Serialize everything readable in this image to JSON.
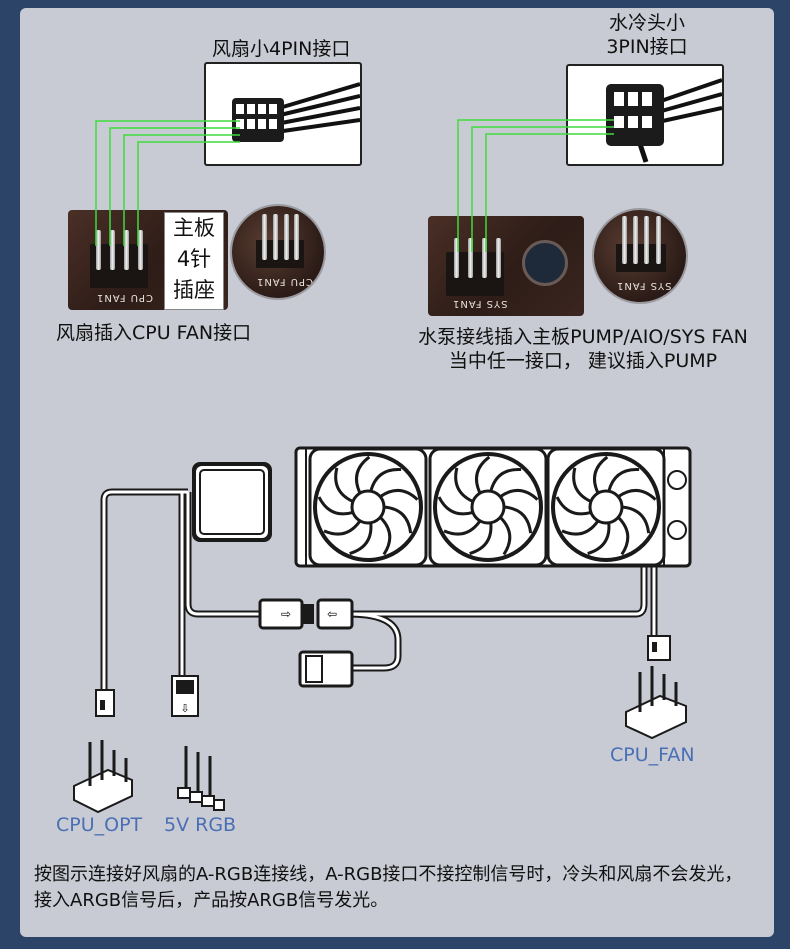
{
  "labels": {
    "fan_connector": "风扇小4PIN接口",
    "pump_connector_line1": "水冷头小",
    "pump_connector_line2": "3PIN接口",
    "board_tag_line1": "主板",
    "board_tag_line2": "4针",
    "board_tag_line3": "插座",
    "fan_instruction": "风扇插入CPU FAN接口",
    "pump_instruction_line1": "水泵接线插入主板PUMP/AIO/SYS FAN",
    "pump_instruction_line2": "当中任一接口， 建议插入PUMP",
    "cpu_opt": "CPU_OPT",
    "five_v_rgb": "5V RGB",
    "cpu_fan": "CPU_FAN"
  },
  "silkscreen": {
    "cpu_fan": "CPU FAN1",
    "sys_fan": "SYS FAN1"
  },
  "note": "按图示连接好风扇的A-RGB连接线，A-RGB接口不接控制信号时，冷头和风扇不会发光，接入ARGB信号后，产品按ARGB信号发光。",
  "colors": {
    "background": "#2c4467",
    "panel": "#c8cbd3",
    "wire_green": "#3ddc3d",
    "label_blue": "#4a6fb5"
  }
}
